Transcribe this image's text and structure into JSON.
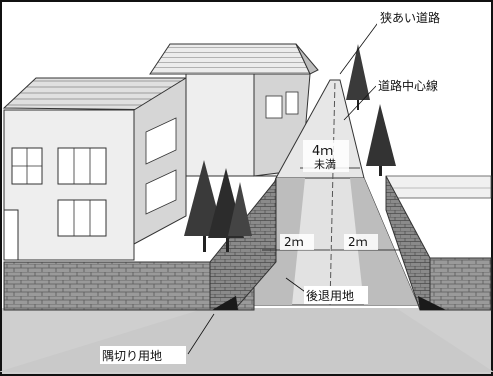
{
  "labels": {
    "narrow_road": "狭あい道路",
    "road_center_line": "道路中心線",
    "width_value": "4ｍ",
    "width_suffix": "未満",
    "left_setback": "2ｍ",
    "right_setback": "2ｍ",
    "setback_land": "後退用地",
    "corner_cut_land": "隅切り用地"
  },
  "colors": {
    "frame": "#111111",
    "ground": "#c9c9c9",
    "road": "#dcdcdc",
    "setback": "#b9b9b9",
    "wall": "#8f8f8f",
    "house": "#e6e6e6",
    "roof": "#cfcfcf",
    "tree": "#3a3a3a"
  }
}
